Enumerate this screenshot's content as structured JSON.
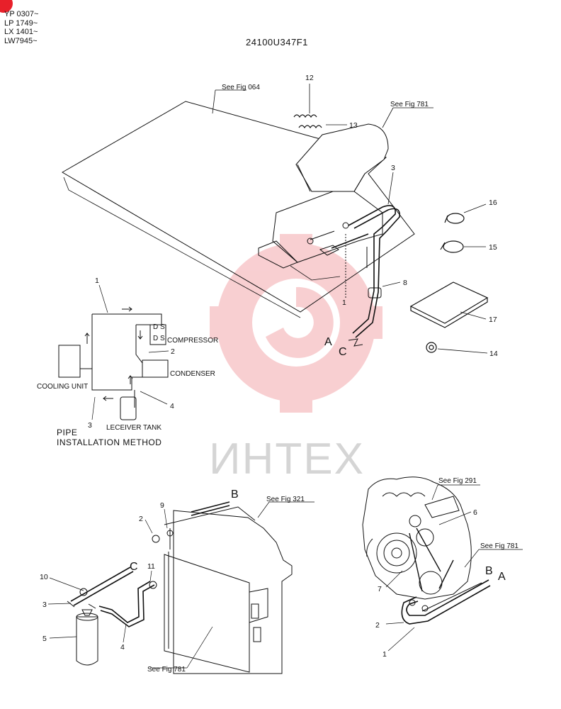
{
  "serials": [
    "YP 0307~",
    "LP 1749~",
    "LX 1401~",
    "LW7945~"
  ],
  "doc_code": "24100U347F1",
  "watermark": "ИНТЕХ",
  "refs": {
    "fig064": "See Fig 064",
    "fig781_top": "See Fig 781",
    "fig321": "See Fig 321",
    "fig781_bottom": "See Fig 781",
    "fig291": "See Fig 291",
    "fig781_engine": "See Fig 781"
  },
  "schematic": {
    "compressor": "COMPRESSOR",
    "condenser": "CONDENSER",
    "cooling_unit": "COOLING UNIT",
    "receiver_tank": "LECEIVER TANK",
    "port_d": "D",
    "port_s": "S",
    "caption_line1": "PIPE",
    "caption_line2": "INSTALLATION METHOD"
  },
  "letters": {
    "a": "A",
    "b": "B",
    "c": "C"
  },
  "callouts": {
    "c1": "1",
    "c2": "2",
    "c3": "3",
    "c4": "4",
    "c5": "5",
    "c6": "6",
    "c7": "7",
    "c8": "8",
    "c9": "9",
    "c10": "10",
    "c11": "11",
    "c12": "12",
    "c13": "13",
    "c14": "14",
    "c15": "15",
    "c16": "16",
    "c17": "17"
  }
}
